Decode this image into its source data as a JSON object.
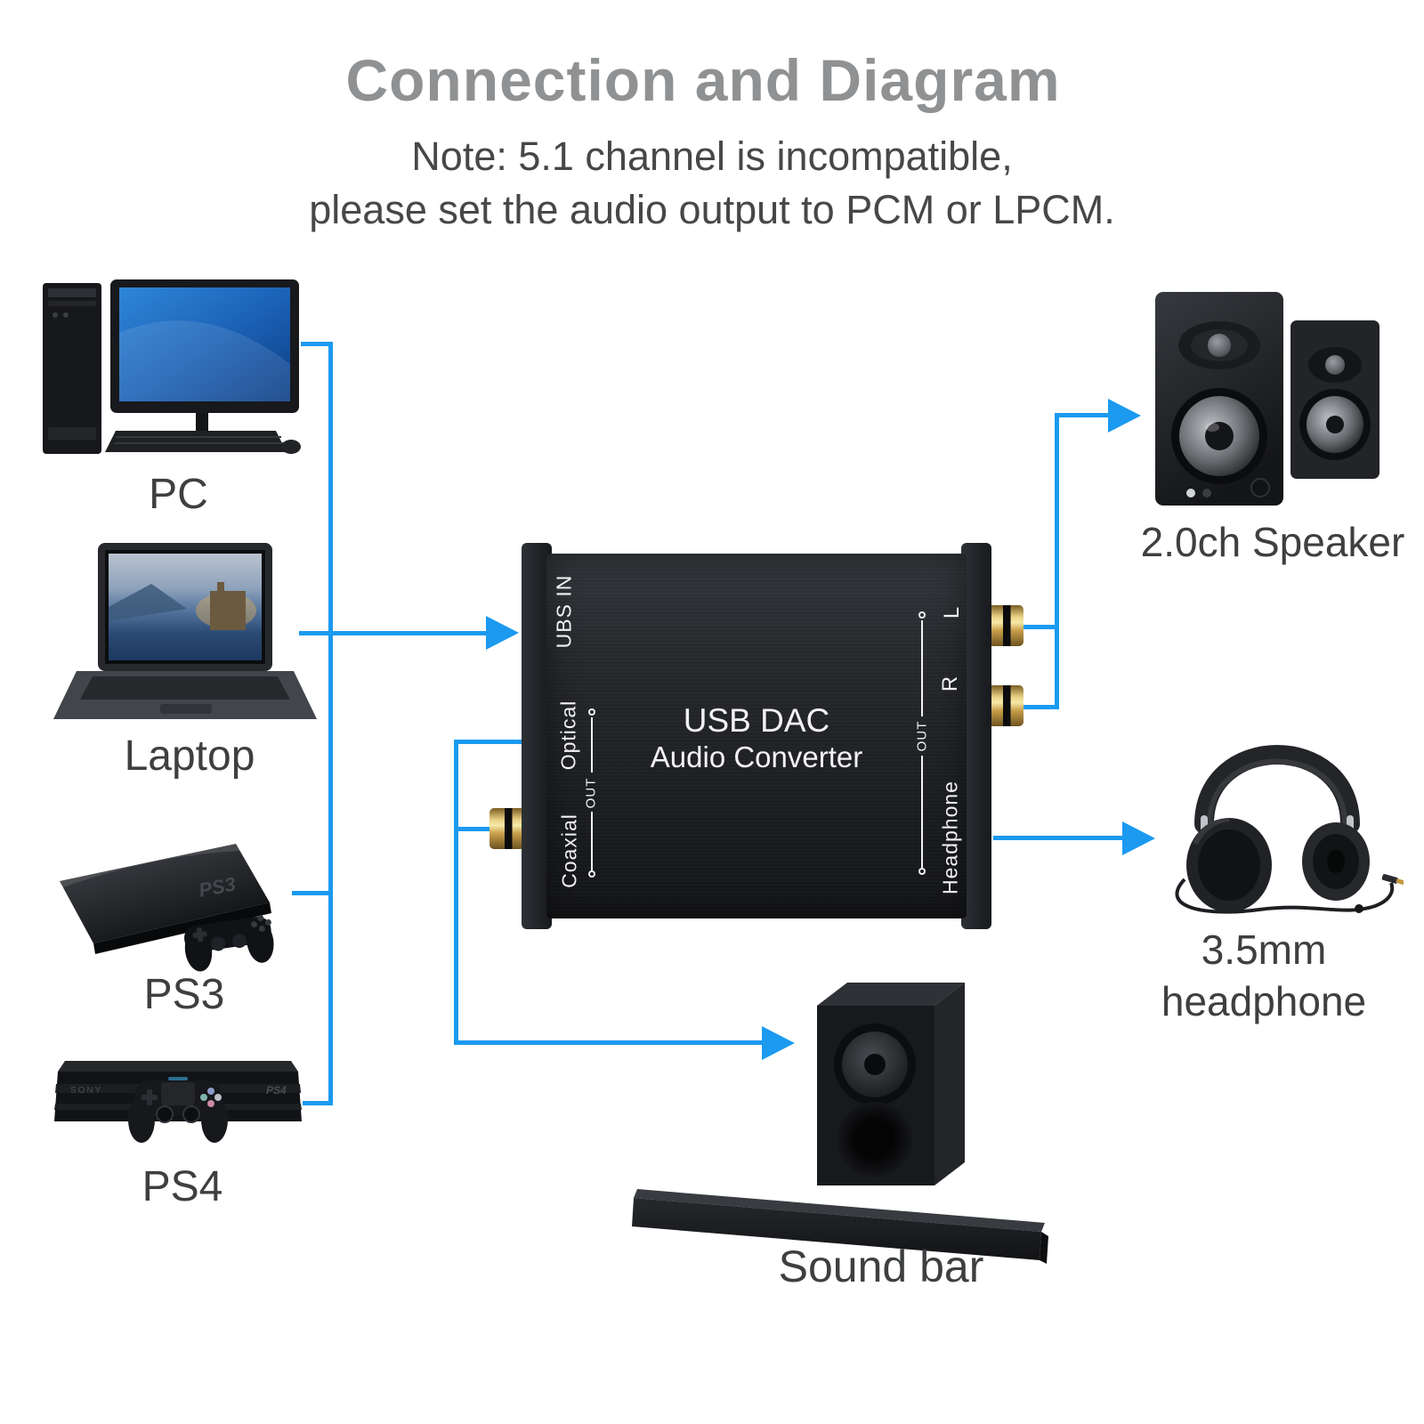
{
  "title": "Connection and Diagram",
  "note": {
    "line1": "Note: 5.1 channel is incompatible,",
    "line2": "please set the audio output to PCM or LPCM."
  },
  "sources": {
    "pc": "PC",
    "laptop": "Laptop",
    "ps3": "PS3",
    "ps4": "PS4"
  },
  "device_logos": {
    "ps3": "PS3",
    "sony": "SONY",
    "ps4": "PS4"
  },
  "converter": {
    "usb_in": "UBS IN",
    "optical": "Optical",
    "out_left": "OUT",
    "coaxial": "Coaxial",
    "name_line1": "USB DAC",
    "name_line2": "Audio Converter",
    "channel_left": "L",
    "channel_right": "R",
    "out_right": "OUT",
    "headphone": "Headphone"
  },
  "outputs": {
    "speaker": "2.0ch Speaker",
    "headphone_line1": "3.5mm",
    "headphone_line2": "headphone",
    "soundbar": "Sound bar"
  },
  "colors": {
    "accent": "#1B9AF0",
    "title": "#8F9193",
    "note": "#474747",
    "label": "#3D3F41",
    "converter_text": "#F2F2F3"
  }
}
